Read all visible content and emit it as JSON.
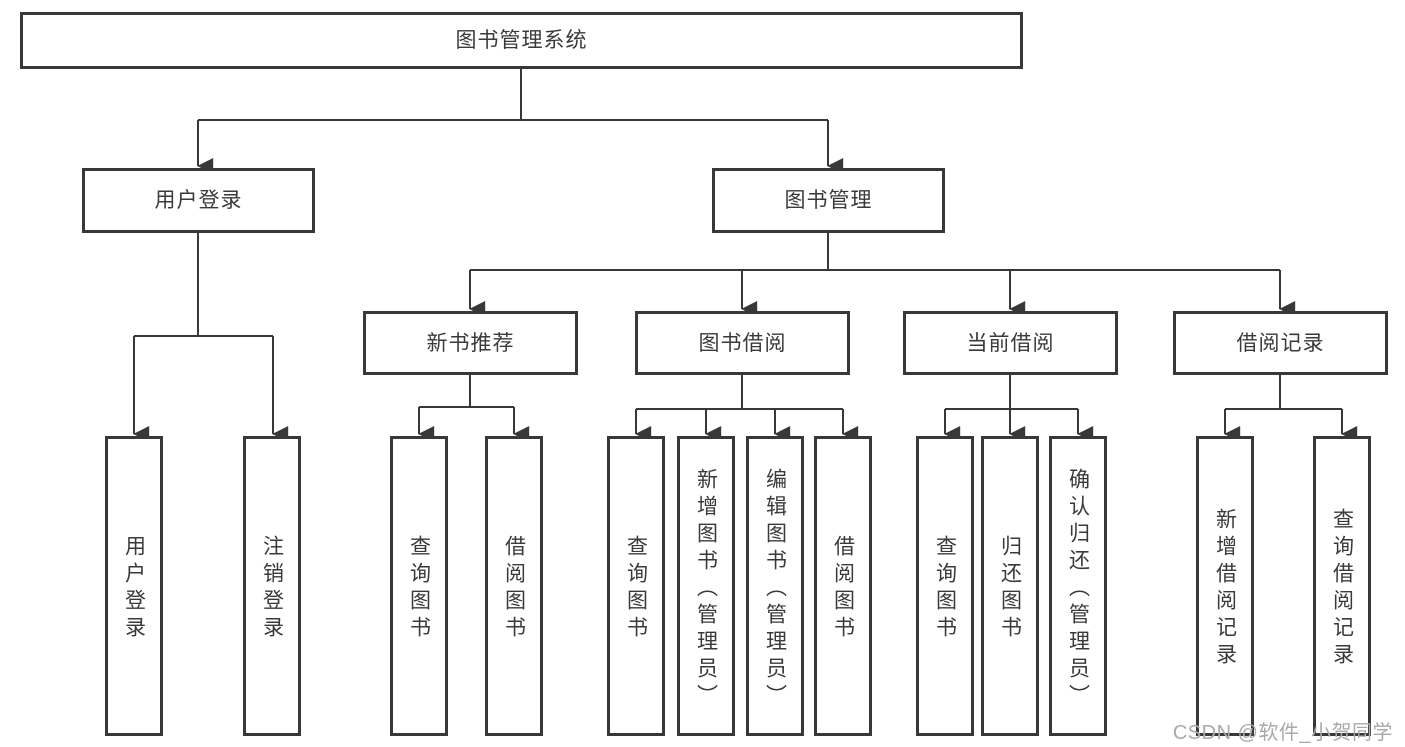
{
  "diagram_type": "hierarchy-tree",
  "root": {
    "label": "图书管理系统",
    "children": [
      {
        "label": "用户登录",
        "children": [
          {
            "label": "用户登录"
          },
          {
            "label": "注销登录"
          }
        ]
      },
      {
        "label": "图书管理",
        "children": [
          {
            "label": "新书推荐",
            "children": [
              {
                "label": "查询图书"
              },
              {
                "label": "借阅图书"
              }
            ]
          },
          {
            "label": "图书借阅",
            "children": [
              {
                "label": "查询图书"
              },
              {
                "label": "新增图书（管理员）"
              },
              {
                "label": "编辑图书（管理员）"
              },
              {
                "label": "借阅图书"
              }
            ]
          },
          {
            "label": "当前借阅",
            "children": [
              {
                "label": "查询图书"
              },
              {
                "label": "归还图书"
              },
              {
                "label": "确认归还（管理员）"
              }
            ]
          },
          {
            "label": "借阅记录",
            "children": [
              {
                "label": "新增借阅记录"
              },
              {
                "label": "查询借阅记录"
              }
            ]
          }
        ]
      }
    ]
  },
  "watermark": {
    "text": "CSDN @软件_小贺同学"
  },
  "colors": {
    "line": "#383838",
    "box_border": "#383838",
    "text": "#3a3a3a",
    "watermark": "#a9a9a9",
    "background": "#ffffff"
  }
}
